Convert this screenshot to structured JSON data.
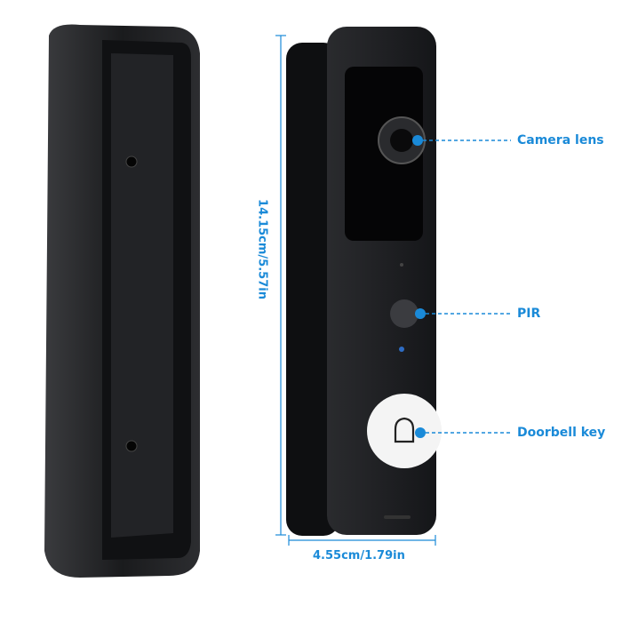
{
  "labels": {
    "camera": "Camera lens",
    "pir": "PIR",
    "doorbell": "Doorbell key",
    "height": "14.15cm/5.57in",
    "width": "4.55cm/1.79in"
  },
  "colors": {
    "accent": "#1a8ad8",
    "device": "#1b1c1f"
  }
}
